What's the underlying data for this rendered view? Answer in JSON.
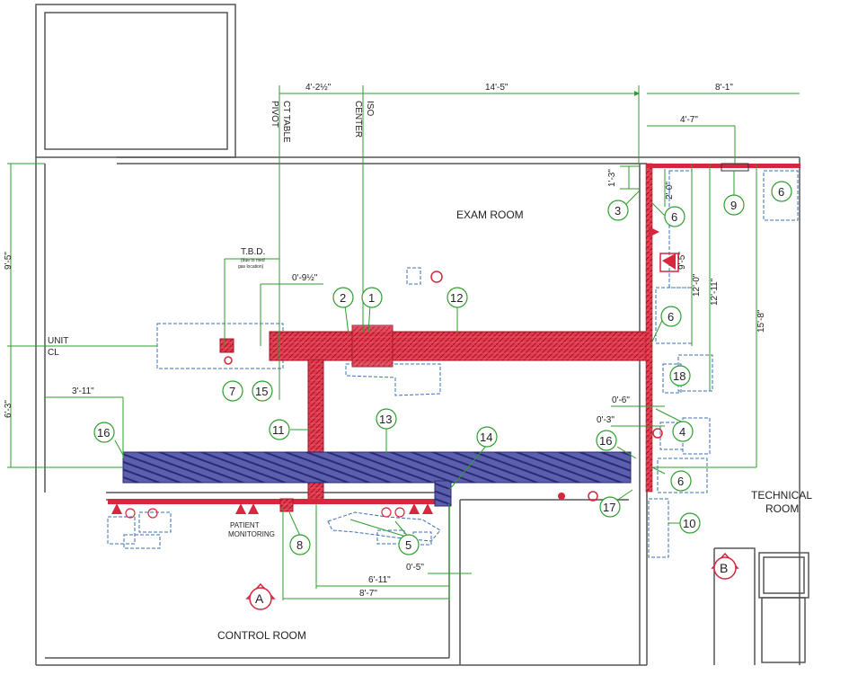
{
  "rooms": {
    "exam": "EXAM ROOM",
    "technical_line1": "TECHNICAL",
    "technical_line2": "ROOM",
    "control": "CONTROL ROOM"
  },
  "axis_labels": {
    "ct_table_pivot_1": "CT TABLE",
    "ct_table_pivot_2": "PIVOT",
    "iso_center_1": "ISO",
    "iso_center_2": "CENTER",
    "unit": "UNIT",
    "cl": "CL",
    "tbd": "T.B.D.",
    "tbd_note_1": "(due to med",
    "tbd_note_2": "gas location)",
    "patient_1": "PATIENT",
    "patient_2": "MONITORING"
  },
  "dimensions": {
    "top_4_2": "4'-2½\"",
    "top_14_5": "14'-5\"",
    "top_8_1": "8'-1\"",
    "top_4_7": "4'-7\"",
    "d_1_3": "1'-3\"",
    "d_2_0": "2'-0\"",
    "d_9_5_small": "9'-5\"",
    "d_12_0": "12'-0\"",
    "d_12_11": "12'-11\"",
    "d_15_8": "15'-8\"",
    "left_9_5": "9'-5\"",
    "left_6_3": "6'-3\"",
    "d_0_9": "0'-9½\"",
    "d_3_11": "3'-11\"",
    "d_0_6": "0'-6\"",
    "d_0_3": "0'-3\"",
    "d_6_11": "6'-11\"",
    "d_0_5": "0'-5\"",
    "d_8_7": "8'-7\""
  },
  "callouts": [
    "1",
    "2",
    "3",
    "4",
    "5",
    "6",
    "6",
    "6",
    "6",
    "7",
    "8",
    "9",
    "10",
    "11",
    "12",
    "13",
    "14",
    "15",
    "16",
    "16",
    "17",
    "18"
  ],
  "section_markers": {
    "a": "A",
    "b": "B"
  },
  "colors": {
    "wall": "#555555",
    "dimension": "#2e9e2e",
    "support_red": "#d7263d",
    "raceway_blue": "#3d3d8f",
    "equipment_blue": "#3b6fb6"
  }
}
